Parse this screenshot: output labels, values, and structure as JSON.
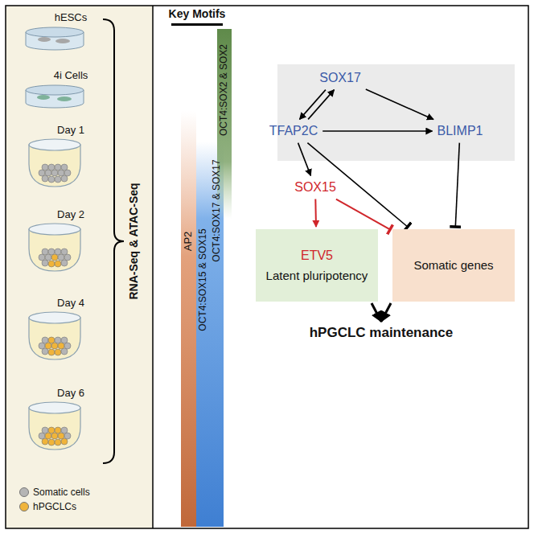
{
  "diagram": {
    "nodes": [
      {
        "text": [
          "SOX17"
        ]
      },
      {
        "text": [
          "TFAP2C"
        ]
      },
      {
        "text": [
          "BLIMP1"
        ]
      },
      {
        "text": [
          "SOX15"
        ]
      },
      {
        "text": [
          "ETV5",
          "Latent pluripotency"
        ]
      },
      {
        "text": [
          "Somatic genes"
        ]
      },
      {
        "text": [
          "hPGCLC maintenance"
        ]
      }
    ],
    "edges": [
      {
        "from": 0,
        "to": 1,
        "arrow": "to"
      },
      {
        "from": 1,
        "to": 0,
        "arrow": "to"
      },
      {
        "from": 0,
        "to": 2,
        "arrow": "to"
      },
      {
        "from": 1,
        "to": 2,
        "arrow": "to"
      },
      {
        "from": 1,
        "to": 3,
        "arrow": "to"
      },
      {
        "from": 3,
        "to": 4,
        "arrow": "to"
      },
      {
        "from": 3,
        "to": 5,
        "arrow": "to"
      },
      {
        "from": 1,
        "to": 5,
        "arrow": "to"
      },
      {
        "from": 2,
        "to": 5,
        "arrow": "to"
      },
      {
        "from": 4,
        "to": 6,
        "arrow": "to"
      },
      {
        "from": 5,
        "to": 6,
        "arrow": "to"
      }
    ],
    "labels": [
      "hESCs",
      "4i Cells",
      "Day 1",
      "Day 2",
      "Day 4",
      "Day 6",
      "RNA-Seq & ATAC-Seq",
      "Key Motifs",
      "AP2",
      "OCT4:SOX2 & SOX2",
      "OCT4:SOX17 & SOX17",
      "OCT4:SOX15 & SOX15"
    ],
    "legend": [
      {
        "text": "Somatic cells",
        "color": "#b5b5b5"
      },
      {
        "text": "hPGCLCs",
        "color": "#f0b43a"
      }
    ]
  }
}
